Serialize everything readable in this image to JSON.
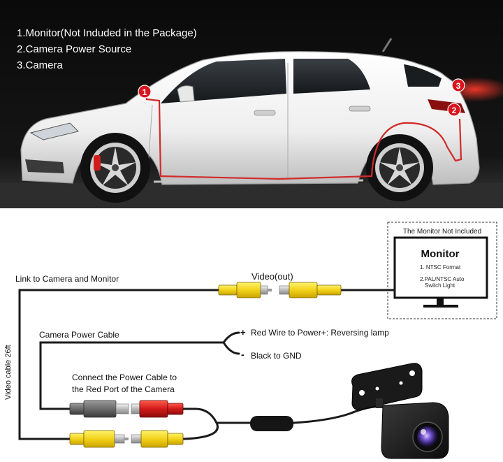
{
  "legend": {
    "item1": "1.Monitor(Not Induded in the Package)",
    "item2": "2.Camera Power Source",
    "item3": "3.Camera"
  },
  "markers": {
    "m1": "1",
    "m2": "2",
    "m3": "3"
  },
  "monitor": {
    "box_label": "The Monitor Not Included",
    "title": "Monitor",
    "spec1": "1. NTSC Format",
    "spec2_line1": "2.PAL/NTSC Auto",
    "spec2_line2": "Switch Light"
  },
  "wiring": {
    "video_out": "Video(out)",
    "link_label": "Link to Camera and Monitor",
    "video_cable": "Video cable 26ft",
    "power_cable": "Camera Power Cable",
    "plus_sign": "+",
    "red_wire": "Red Wire to Power+: Reversing lamp",
    "minus_sign": "-",
    "black_wire": "Black to GND",
    "connect_line1": "Connect the Power Cable to",
    "connect_line2": "the Red Port of the Camera"
  },
  "colors": {
    "marker_red": "#d8141c",
    "cable_red": "#d22a2a",
    "plug_yellow": "#f2d21a",
    "plug_red": "#d11a1a",
    "cable_black": "#1a1a1a"
  }
}
